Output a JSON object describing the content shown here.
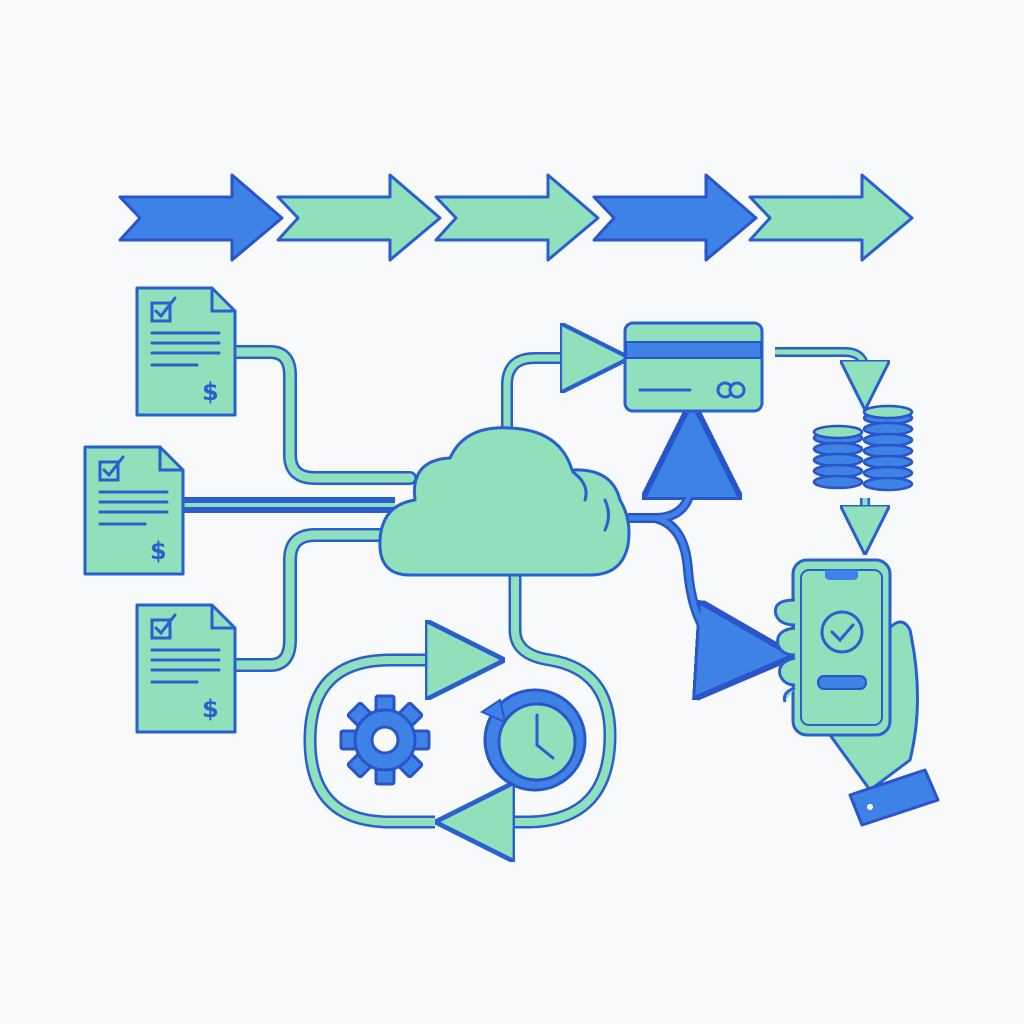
{
  "colors": {
    "background": "#f7f9fa",
    "green": "#8fe0bb",
    "blue": "#3f82e6",
    "outline": "#2a55c8"
  },
  "process_arrows": [
    {
      "icon": "chevron-arrow-icon",
      "color": "blue"
    },
    {
      "icon": "chevron-arrow-icon",
      "color": "green"
    },
    {
      "icon": "chevron-arrow-icon",
      "color": "green"
    },
    {
      "icon": "chevron-arrow-icon",
      "color": "blue"
    },
    {
      "icon": "chevron-arrow-icon",
      "color": "green"
    }
  ],
  "invoices": [
    {
      "icon": "invoice-document-icon",
      "symbol": "$"
    },
    {
      "icon": "invoice-document-icon",
      "symbol": "$"
    },
    {
      "icon": "invoice-document-icon",
      "symbol": "$"
    }
  ],
  "nodes": {
    "hub": "cloud-icon",
    "payment": "credit-card-icon",
    "funds": "coin-stacks-icon",
    "confirmation": "phone-in-hand-check-icon",
    "automation": "gear-icon",
    "schedule": "clock-refresh-icon"
  }
}
